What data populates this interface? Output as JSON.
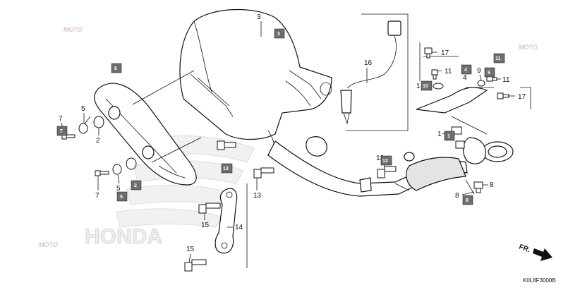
{
  "diagram_code": "K0L8F3000B",
  "front_label": "FR.",
  "watermark_text": "MOTO",
  "background_logo_text": "HONDA",
  "callouts": [
    {
      "id": "c3a",
      "text": "3"
    },
    {
      "id": "c16",
      "text": "16"
    },
    {
      "id": "c17a",
      "text": "17"
    },
    {
      "id": "c11a",
      "text": "11"
    },
    {
      "id": "c9",
      "text": "9"
    },
    {
      "id": "c11b",
      "text": "11"
    },
    {
      "id": "c1a",
      "text": "1"
    },
    {
      "id": "c4",
      "text": "4"
    },
    {
      "id": "c17b",
      "text": "17"
    },
    {
      "id": "c7a",
      "text": "7"
    },
    {
      "id": "c5a",
      "text": "5"
    },
    {
      "id": "c2a",
      "text": "2"
    },
    {
      "id": "c12",
      "text": "12"
    },
    {
      "id": "c1b",
      "text": "1"
    },
    {
      "id": "c7b",
      "text": "7"
    },
    {
      "id": "c5b",
      "text": "5"
    },
    {
      "id": "c13",
      "text": "13"
    },
    {
      "id": "c8a",
      "text": "8"
    },
    {
      "id": "c8b",
      "text": "8"
    },
    {
      "id": "c15a",
      "text": "15"
    },
    {
      "id": "c14",
      "text": "14"
    },
    {
      "id": "c15b",
      "text": "15"
    }
  ],
  "boxed_labels": [
    {
      "id": "b3",
      "text": "3"
    },
    {
      "id": "b6",
      "text": "6"
    },
    {
      "id": "b7",
      "text": "7"
    },
    {
      "id": "b11",
      "text": "11"
    },
    {
      "id": "b9",
      "text": "9"
    },
    {
      "id": "b4",
      "text": "4"
    },
    {
      "id": "b10",
      "text": "10"
    },
    {
      "id": "b1",
      "text": "1"
    },
    {
      "id": "b12",
      "text": "12"
    },
    {
      "id": "b2",
      "text": "2"
    },
    {
      "id": "b5",
      "text": "5"
    },
    {
      "id": "b13",
      "text": "13"
    },
    {
      "id": "b8",
      "text": "8"
    }
  ],
  "colors": {
    "box_fill": "#6e6e6e",
    "watermark": "#c9a9c9",
    "line": "#111111"
  }
}
